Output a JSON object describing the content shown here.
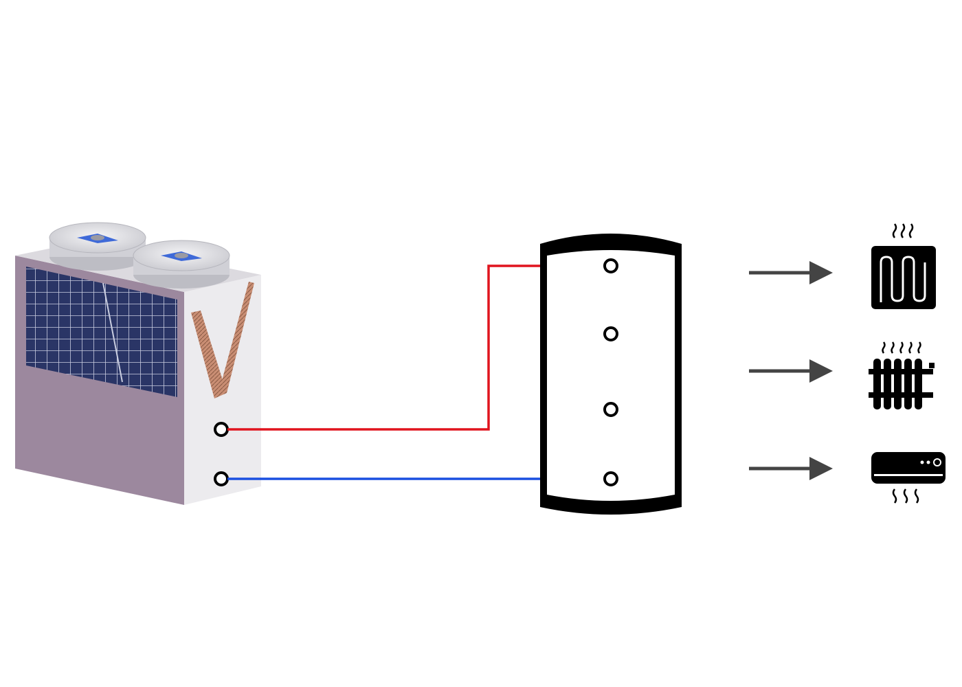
{
  "colors": {
    "background": "#ffffff",
    "supply_pipe": "#e0141e",
    "return_pipe": "#1a4fe0",
    "tank_outline": "#000000",
    "arrow": "#444444",
    "unit_body": "#9c889e",
    "unit_side": "#ecebee",
    "coil_grid": "#2a3566",
    "fan_blade": "#3f6ad8",
    "icon_fill": "#000000"
  },
  "components": {
    "heat_pump": {
      "icon": "air-source-heat-pump-unit-icon",
      "fans": 2
    },
    "buffer_tank": {
      "icon": "buffer-tank-icon",
      "ports": 4
    },
    "terminals": [
      {
        "icon": "underfloor-heating-icon"
      },
      {
        "icon": "radiator-icon"
      },
      {
        "icon": "fan-coil-air-conditioner-icon"
      }
    ]
  },
  "pipes": [
    {
      "type": "supply",
      "color_key": "supply_pipe"
    },
    {
      "type": "return",
      "color_key": "return_pipe"
    }
  ]
}
